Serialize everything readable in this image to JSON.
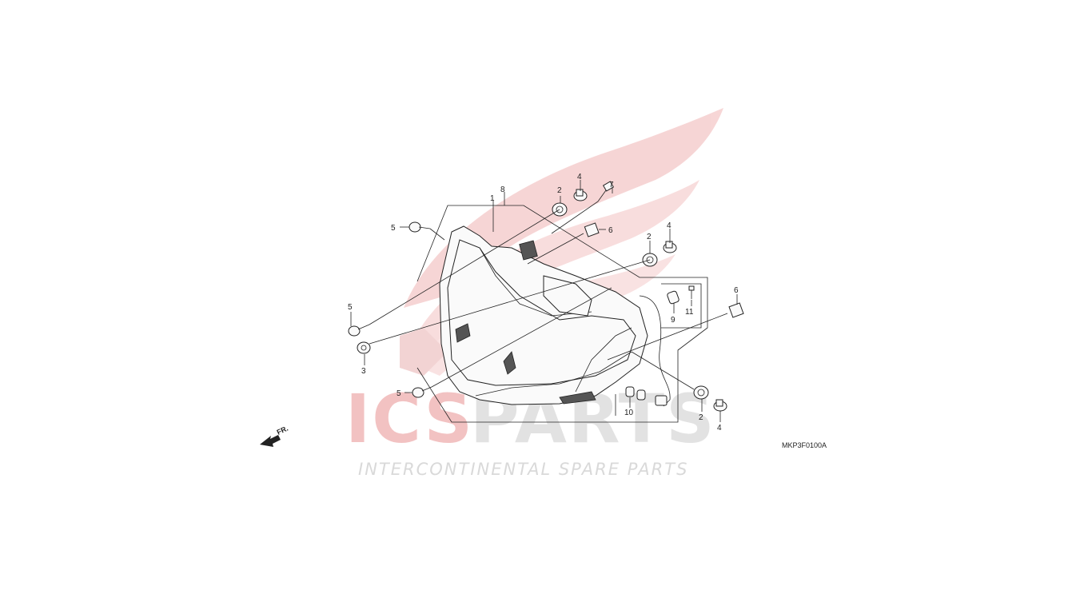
{
  "diagram": {
    "callouts": [
      "1",
      "2",
      "2",
      "2",
      "3",
      "4",
      "4",
      "4",
      "5",
      "5",
      "5",
      "6",
      "6",
      "7",
      "8",
      "9",
      "10",
      "11"
    ],
    "diagram_code": "MKP3F0100A",
    "front_label": "FR."
  },
  "watermark": {
    "brand_ics": "ICS",
    "brand_parts": "PARTS",
    "tagline": "INTERCONTINENTAL SPARE PARTS",
    "colors": {
      "wing": "#f3c9c9",
      "ics": "#f0b4b4",
      "parts": "#dedede",
      "tagline": "#d9d9d9"
    }
  }
}
